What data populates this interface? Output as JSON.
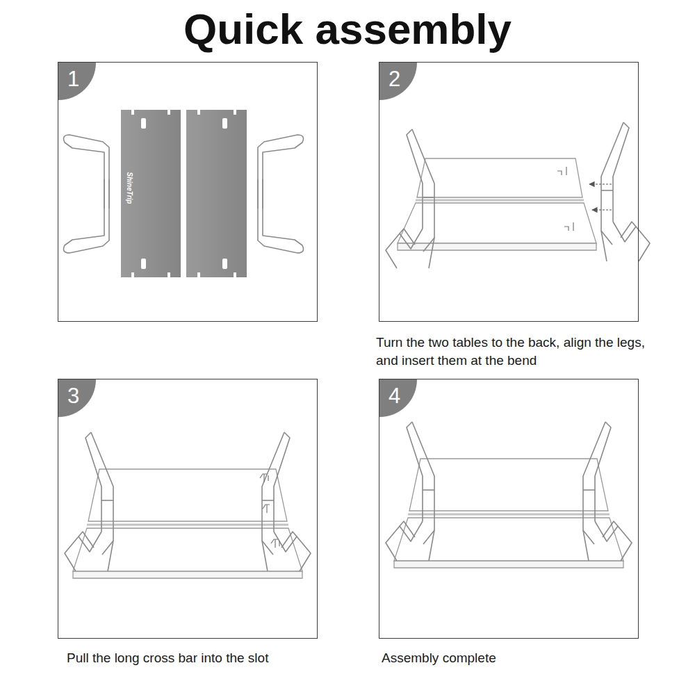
{
  "diagram": {
    "title": "Quick assembly",
    "nodes": [
      {
        "text": [
          "1"
        ]
      },
      {
        "text": [
          "2",
          "Turn the two tables to the back, align the legs, and insert them at the bend"
        ]
      },
      {
        "text": [
          "3",
          "Pull the long cross bar into the slot"
        ]
      },
      {
        "text": [
          "4",
          "Assembly complete"
        ]
      }
    ],
    "labels": [
      "ShineTrip"
    ]
  }
}
